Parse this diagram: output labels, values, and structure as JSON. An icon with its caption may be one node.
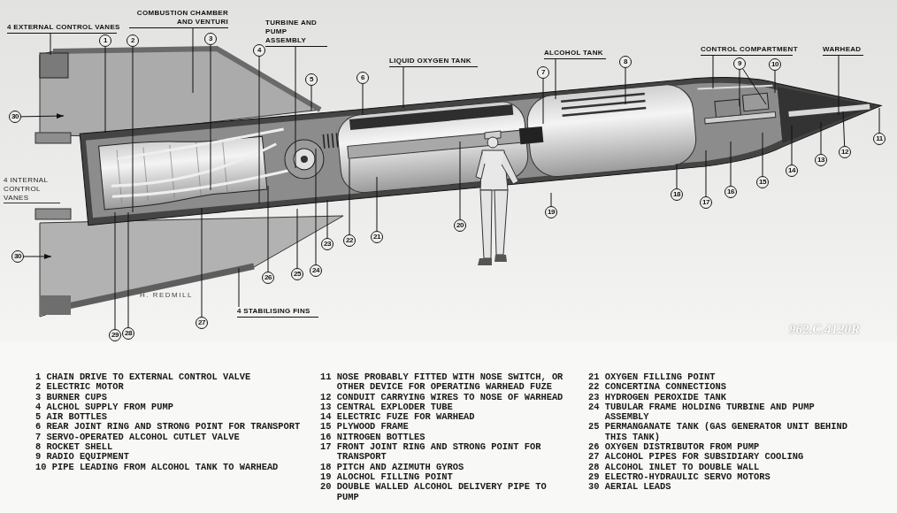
{
  "diagram": {
    "nodes": [
      {
        "text": [
          "4 EXTERNAL CONTROL VANES"
        ]
      },
      {
        "text": [
          "COMBUSTION CHAMBER AND VENTURI"
        ]
      },
      {
        "text": [
          "TURBINE AND PUMP ASSEMBLY"
        ]
      },
      {
        "text": [
          "LIQUID OXYGEN TANK"
        ]
      },
      {
        "text": [
          "ALCOHOL TANK"
        ]
      },
      {
        "text": [
          "CONTROL COMPARTMENT"
        ]
      },
      {
        "text": [
          "WARHEAD"
        ]
      },
      {
        "text": [
          "4 STABILISING FINS"
        ]
      },
      {
        "text": [
          "1"
        ]
      },
      {
        "text": [
          "2"
        ]
      },
      {
        "text": [
          "3"
        ]
      },
      {
        "text": [
          "4"
        ]
      },
      {
        "text": [
          "5"
        ]
      },
      {
        "text": [
          "6"
        ]
      },
      {
        "text": [
          "7"
        ]
      },
      {
        "text": [
          "8"
        ]
      },
      {
        "text": [
          "9"
        ]
      },
      {
        "text": [
          "10"
        ]
      },
      {
        "text": [
          "11"
        ]
      },
      {
        "text": [
          "12"
        ]
      },
      {
        "text": [
          "13"
        ]
      },
      {
        "text": [
          "14"
        ]
      },
      {
        "text": [
          "15"
        ]
      },
      {
        "text": [
          "16"
        ]
      },
      {
        "text": [
          "17"
        ]
      },
      {
        "text": [
          "18"
        ]
      },
      {
        "text": [
          "19"
        ]
      },
      {
        "text": [
          "20"
        ]
      },
      {
        "text": [
          "21"
        ]
      },
      {
        "text": [
          "22"
        ]
      },
      {
        "text": [
          "23"
        ]
      },
      {
        "text": [
          "24"
        ]
      },
      {
        "text": [
          "25"
        ]
      },
      {
        "text": [
          "26"
        ]
      },
      {
        "text": [
          "27"
        ]
      },
      {
        "text": [
          "28"
        ]
      },
      {
        "text": [
          "29"
        ]
      },
      {
        "text": [
          "30"
        ]
      },
      {
        "text": [
          "30"
        ]
      }
    ],
    "edges": [
      {
        "from": 0,
        "to": null,
        "arrow": "none"
      },
      {
        "from": 1,
        "to": null,
        "arrow": "none"
      },
      {
        "from": 2,
        "to": null,
        "arrow": "none"
      },
      {
        "from": 3,
        "to": null,
        "arrow": "none"
      },
      {
        "from": 4,
        "to": null,
        "arrow": "none"
      },
      {
        "from": 5,
        "to": null,
        "arrow": "none"
      },
      {
        "from": 6,
        "to": null,
        "arrow": "none"
      },
      {
        "from": 7,
        "to": null,
        "arrow": "none"
      },
      {
        "from": 8,
        "to": null,
        "arrow": "none"
      },
      {
        "from": 9,
        "to": null,
        "arrow": "none"
      },
      {
        "from": 10,
        "to": null,
        "arrow": "none"
      },
      {
        "from": 11,
        "to": null,
        "arrow": "none"
      },
      {
        "from": 12,
        "to": null,
        "arrow": "none"
      },
      {
        "from": 13,
        "to": null,
        "arrow": "none"
      },
      {
        "from": 14,
        "to": null,
        "arrow": "none"
      },
      {
        "from": 15,
        "to": null,
        "arrow": "none"
      },
      {
        "from": 16,
        "to": null,
        "arrow": "none"
      },
      {
        "from": 16,
        "to": null,
        "arrow": "none"
      },
      {
        "from": 17,
        "to": null,
        "arrow": "none"
      },
      {
        "from": 18,
        "to": null,
        "arrow": "none"
      },
      {
        "from": 19,
        "to": null,
        "arrow": "none"
      },
      {
        "from": 20,
        "to": null,
        "arrow": "none"
      },
      {
        "from": 21,
        "to": null,
        "arrow": "none"
      },
      {
        "from": 22,
        "to": null,
        "arrow": "none"
      },
      {
        "from": 23,
        "to": null,
        "arrow": "none"
      },
      {
        "from": 24,
        "to": null,
        "arrow": "none"
      },
      {
        "from": 25,
        "to": null,
        "arrow": "none"
      },
      {
        "from": 26,
        "to": null,
        "arrow": "none"
      },
      {
        "from": 27,
        "to": null,
        "arrow": "none"
      },
      {
        "from": 28,
        "to": null,
        "arrow": "none"
      },
      {
        "from": 29,
        "to": null,
        "arrow": "none"
      },
      {
        "from": 30,
        "to": null,
        "arrow": "none"
      },
      {
        "from": 31,
        "to": null,
        "arrow": "none"
      },
      {
        "from": 32,
        "to": null,
        "arrow": "none"
      },
      {
        "from": 33,
        "to": null,
        "arrow": "none"
      },
      {
        "from": 34,
        "to": null,
        "arrow": "none"
      },
      {
        "from": 35,
        "to": null,
        "arrow": "none"
      },
      {
        "from": 36,
        "to": null,
        "arrow": "none"
      },
      {
        "from": 37,
        "to": null,
        "arrow": "to"
      },
      {
        "from": 38,
        "to": null,
        "arrow": "to"
      }
    ],
    "labels": [
      "4 INTERNAL CONTROL VANES",
      "H. REDMILL",
      "962.C.4120R",
      "1 CHAIN DRIVE TO EXTERNAL CONTROL VALVE",
      "2 ELECTRIC MOTOR",
      "3 BURNER CUPS",
      "4 ALCHOL SUPPLY FROM PUMP",
      "5 AIR BOTTLES",
      "6 REAR JOINT RING AND STRONG POINT FOR TRANSPORT",
      "7 SERVO-OPERATED ALCOHOL CUTLET VALVE",
      "8 ROCKET SHELL",
      "9 RADIO EQUIPMENT",
      "10 PIPE LEADING FROM ALCOHOL TANK TO WARHEAD",
      "11 NOSE PROBABLY FITTED WITH NOSE SWITCH, OR OTHER DEVICE FOR OPERATING WARHEAD FUZE",
      "12 CONDUIT CARRYING WIRES TO NOSE OF WARHEAD",
      "13 CENTRAL EXPLODER TUBE",
      "14 ELECTRIC FUZE FOR WARHEAD",
      "15 PLYWOOD FRAME",
      "16 NITROGEN BOTTLES",
      "17 FRONT JOINT RING AND STRONG POINT FOR TRANSPORT",
      "18 PITCH AND AZIMUTH GYROS",
      "19 ALOCHOL FILLING POINT",
      "20 DOUBLE WALLED ALCOHOL DELIVERY PIPE TO PUMP",
      "21 OXYGEN FILLING POINT",
      "22 CONCERTINA CONNECTIONS",
      "23 HYDROGEN PEROXIDE TANK",
      "24 TUBULAR FRAME HOLDING TURBINE AND PUMP ASSEMBLY",
      "25 PERMANGANATE TANK (GAS GENERATOR UNIT BEHIND THIS TANK)",
      "26 OXYGEN DISTRIBUTOR FROM PUMP",
      "27 ALCOHOL PIPES FOR SUBSIDIARY COOLING",
      "28 ALCOHOL INLET TO DOUBLE WALL",
      "29 ELECTRO-HYDRAULIC SERVO MOTORS",
      "30 AERIAL LEADS"
    ]
  }
}
